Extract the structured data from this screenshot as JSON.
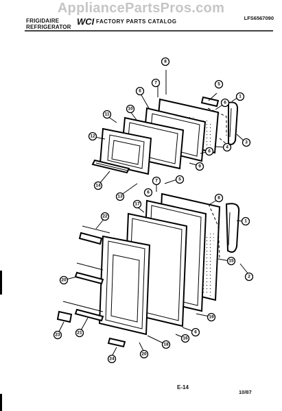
{
  "watermark": "AppliancePartsPros.com",
  "header": {
    "brand_line1": "FRIGIDAIRE",
    "brand_line2": "REFRIGERATOR",
    "logo": "WCI",
    "catalog_title": "FACTORY PARTS CATALOG",
    "model_number": "LFS6567090"
  },
  "footer": {
    "page": "E-14",
    "date": "10/87"
  },
  "callouts": [
    "1",
    "2",
    "3",
    "4",
    "5",
    "6",
    "7",
    "8",
    "9",
    "10",
    "11",
    "12",
    "13",
    "14",
    "15",
    "16",
    "17",
    "18",
    "19",
    "20",
    "21",
    "22",
    "23",
    "24"
  ]
}
